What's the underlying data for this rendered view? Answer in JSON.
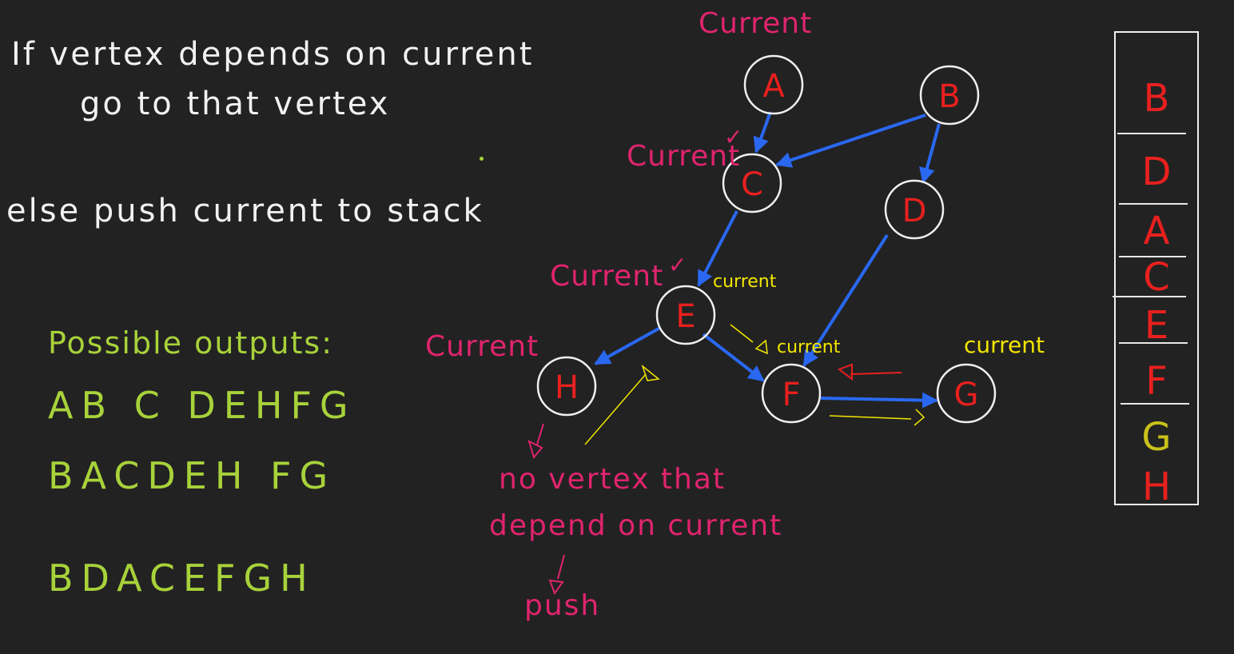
{
  "rules": {
    "line1": "If vertex depends on current",
    "line2": "go to that vertex",
    "line3": "else push current to stack"
  },
  "outputs": {
    "label": "Possible outputs:",
    "orders": [
      "AB C DEHFG",
      "BACDEH FG",
      "BDACEFGH"
    ]
  },
  "graph": {
    "nodes": [
      "A",
      "B",
      "C",
      "D",
      "E",
      "F",
      "G",
      "H"
    ],
    "edges": [
      [
        "A",
        "C"
      ],
      [
        "B",
        "C"
      ],
      [
        "B",
        "D"
      ],
      [
        "C",
        "E"
      ],
      [
        "D",
        "F"
      ],
      [
        "E",
        "H"
      ],
      [
        "E",
        "F"
      ],
      [
        "F",
        "G"
      ]
    ],
    "edge_color": "#2a68f2",
    "node_label_color": "#e8201e"
  },
  "annotations": {
    "current_a": "Current",
    "current_c": "Current",
    "check_c": "✓",
    "current_e": "Current",
    "check_e": "✓",
    "current_h": "Current",
    "current_e_yellow": "current",
    "current_f_yellow": "current",
    "current_g_yellow": "current",
    "note_line1": "no vertex that",
    "note_line2": "depend on current",
    "note_push": "push"
  },
  "stack": {
    "items": [
      "B",
      "D",
      "A",
      "C",
      "E",
      "F",
      "G",
      "H"
    ],
    "colors": [
      "#e8201e",
      "#e8201e",
      "#e8201e",
      "#e8201e",
      "#e8201e",
      "#e8201e",
      "#c8c21a",
      "#e8201e"
    ]
  },
  "colors": {
    "background": "#222222",
    "pink": "#e0246e",
    "yellow": "#f2e600",
    "green": "#a8d23a",
    "white": "#f2f2f2"
  }
}
